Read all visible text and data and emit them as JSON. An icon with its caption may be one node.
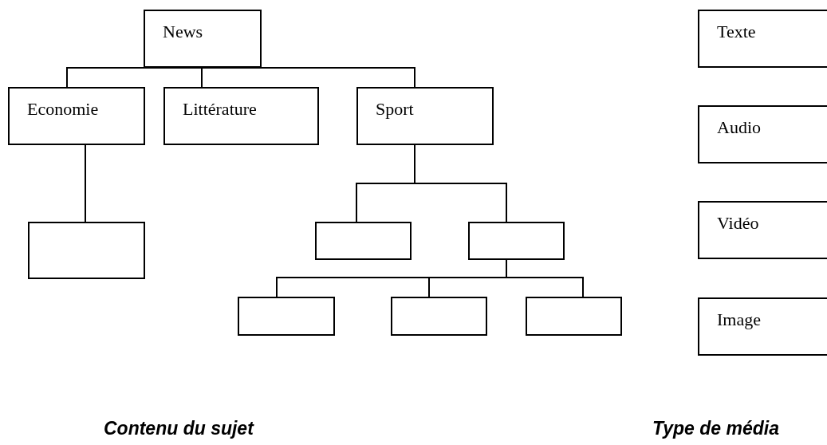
{
  "diagram": {
    "nodes": [
      {
        "text": [
          "News"
        ]
      },
      {
        "text": [
          "Economie"
        ]
      },
      {
        "text": [
          "Littérature"
        ]
      },
      {
        "text": [
          "Sport"
        ]
      },
      {
        "text": [],
        "shape": "box"
      },
      {
        "text": [],
        "shape": "box"
      },
      {
        "text": [],
        "shape": "box"
      },
      {
        "text": [],
        "shape": "box"
      },
      {
        "text": [],
        "shape": "box"
      },
      {
        "text": [],
        "shape": "box"
      },
      {
        "text": [
          "Texte"
        ]
      },
      {
        "text": [
          "Audio"
        ]
      },
      {
        "text": [
          "Vidéo"
        ]
      },
      {
        "text": [
          "Image"
        ]
      }
    ],
    "edges": [
      {
        "from": 0,
        "to": 1,
        "arrow": "none"
      },
      {
        "from": 0,
        "to": 2,
        "arrow": "none"
      },
      {
        "from": 0,
        "to": 3,
        "arrow": "none"
      },
      {
        "from": 1,
        "to": 4,
        "arrow": "none"
      },
      {
        "from": 3,
        "to": 5,
        "arrow": "none"
      },
      {
        "from": 3,
        "to": 6,
        "arrow": "none"
      },
      {
        "from": 6,
        "to": 7,
        "arrow": "none"
      },
      {
        "from": 6,
        "to": 8,
        "arrow": "none"
      },
      {
        "from": 6,
        "to": 9,
        "arrow": "none"
      }
    ],
    "labels": [
      "Contenu du sujet",
      "Type de média"
    ]
  }
}
